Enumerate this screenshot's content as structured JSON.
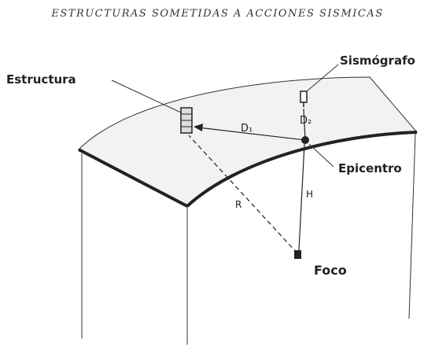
{
  "header": {
    "title": "ESTRUCTURAS SOMETIDAS A ACCIONES SISMICAS"
  },
  "labels": {
    "structure": "Estructura",
    "seismograph": "Sismógrafo",
    "epicenter": "Epicentro",
    "focus": "Foco",
    "d1": "D₁",
    "d2": "D₂",
    "h": "H",
    "r": "R"
  },
  "colors": {
    "ink": "#222222",
    "surface": "#efefef"
  }
}
